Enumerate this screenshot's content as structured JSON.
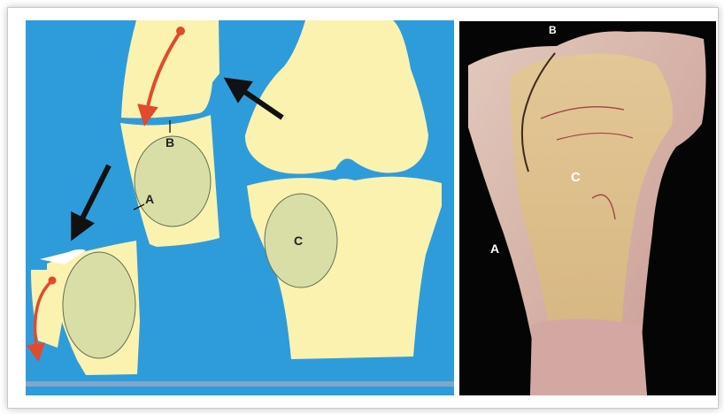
{
  "figure": {
    "schematic": {
      "labels": {
        "b": "B",
        "a": "A",
        "c": "C"
      },
      "colors": {
        "background": "#2E9CDB",
        "bone": "#FCF2B0",
        "ossification_center": "#D9DEA6",
        "growth_arrow": "#E24A2C",
        "pointer_arrow": "#111111"
      }
    },
    "photograph": {
      "labels": {
        "b": "B",
        "c": "C",
        "a": "A"
      }
    }
  }
}
